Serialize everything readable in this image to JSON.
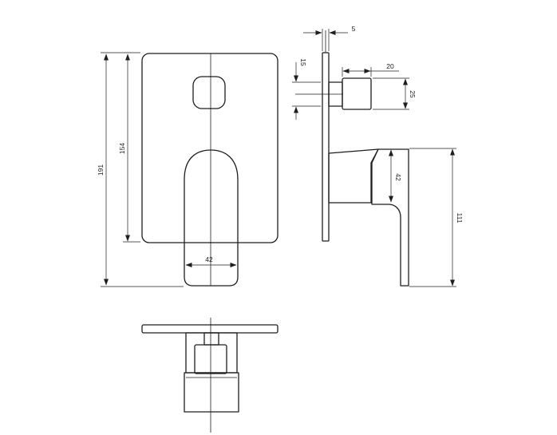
{
  "diagram": {
    "dimensions": {
      "front_total_height": "191",
      "front_plate_height": "154",
      "front_handle_width": "42",
      "side_plate_thickness": "5",
      "side_cartridge_offset": "15",
      "side_cartridge_depth": "20",
      "side_cartridge_height": "25",
      "side_handle_height": "42",
      "side_handle_projection": "111"
    }
  }
}
